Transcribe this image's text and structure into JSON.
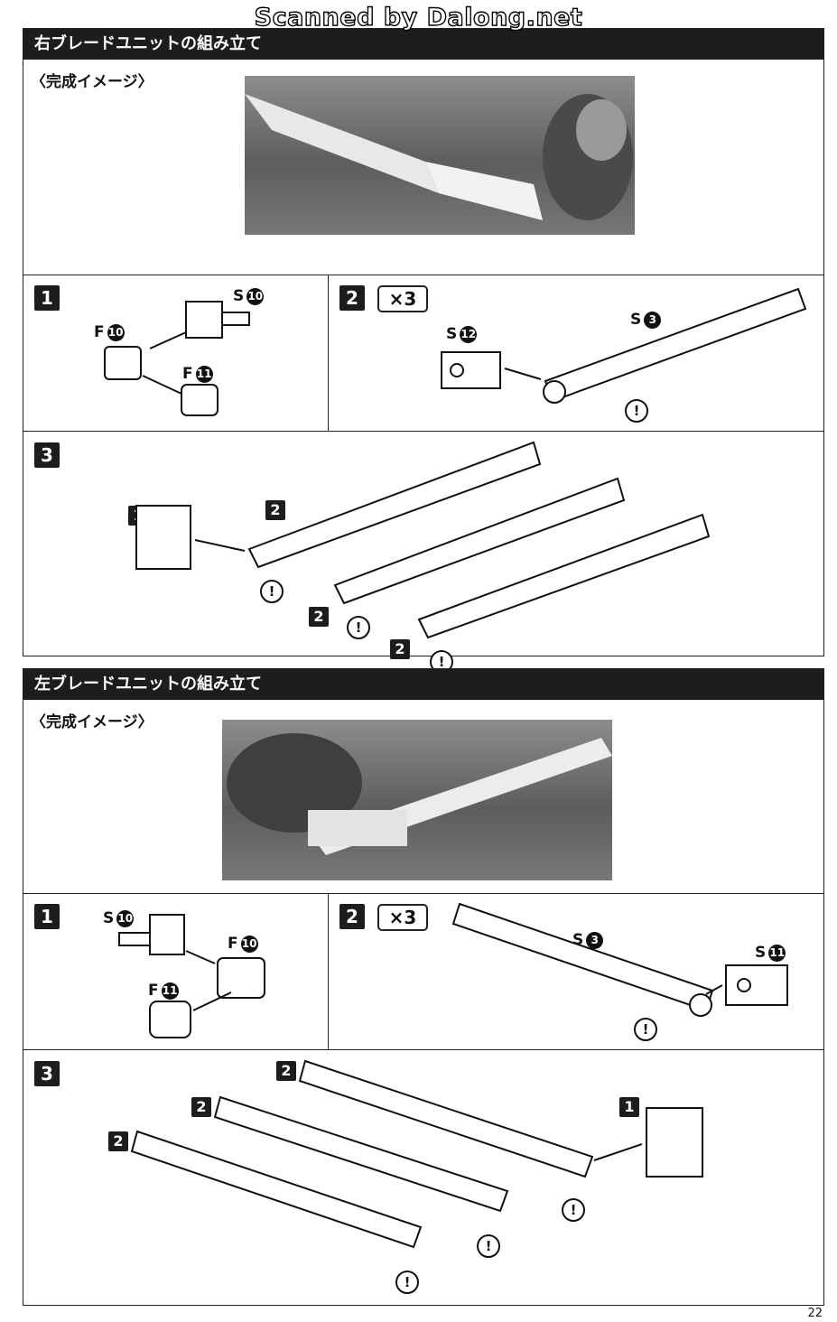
{
  "watermark": "Scanned by Dalong.net",
  "page_number": "22",
  "right_unit": {
    "title": "右ブレードユニットの組み立て",
    "finished_label": "〈完成イメージ〉",
    "step1": {
      "num": "1",
      "parts": [
        {
          "letter": "S",
          "num": "10"
        },
        {
          "letter": "F",
          "num": "10"
        },
        {
          "letter": "F",
          "num": "11"
        }
      ]
    },
    "step2": {
      "num": "2",
      "multiplier": "×3",
      "parts": [
        {
          "letter": "S",
          "num": "12"
        },
        {
          "letter": "S",
          "num": "3"
        }
      ],
      "warning": "!"
    },
    "step3": {
      "num": "3",
      "ref1": "1",
      "ref2": "2",
      "warning": "!"
    }
  },
  "left_unit": {
    "title": "左ブレードユニットの組み立て",
    "finished_label": "〈完成イメージ〉",
    "step1": {
      "num": "1",
      "parts": [
        {
          "letter": "S",
          "num": "10"
        },
        {
          "letter": "F",
          "num": "10"
        },
        {
          "letter": "F",
          "num": "11"
        }
      ]
    },
    "step2": {
      "num": "2",
      "multiplier": "×3",
      "parts": [
        {
          "letter": "S",
          "num": "3"
        },
        {
          "letter": "S",
          "num": "11"
        }
      ],
      "warning": "!"
    },
    "step3": {
      "num": "3",
      "ref1": "1",
      "ref2": "2",
      "warning": "!"
    }
  }
}
